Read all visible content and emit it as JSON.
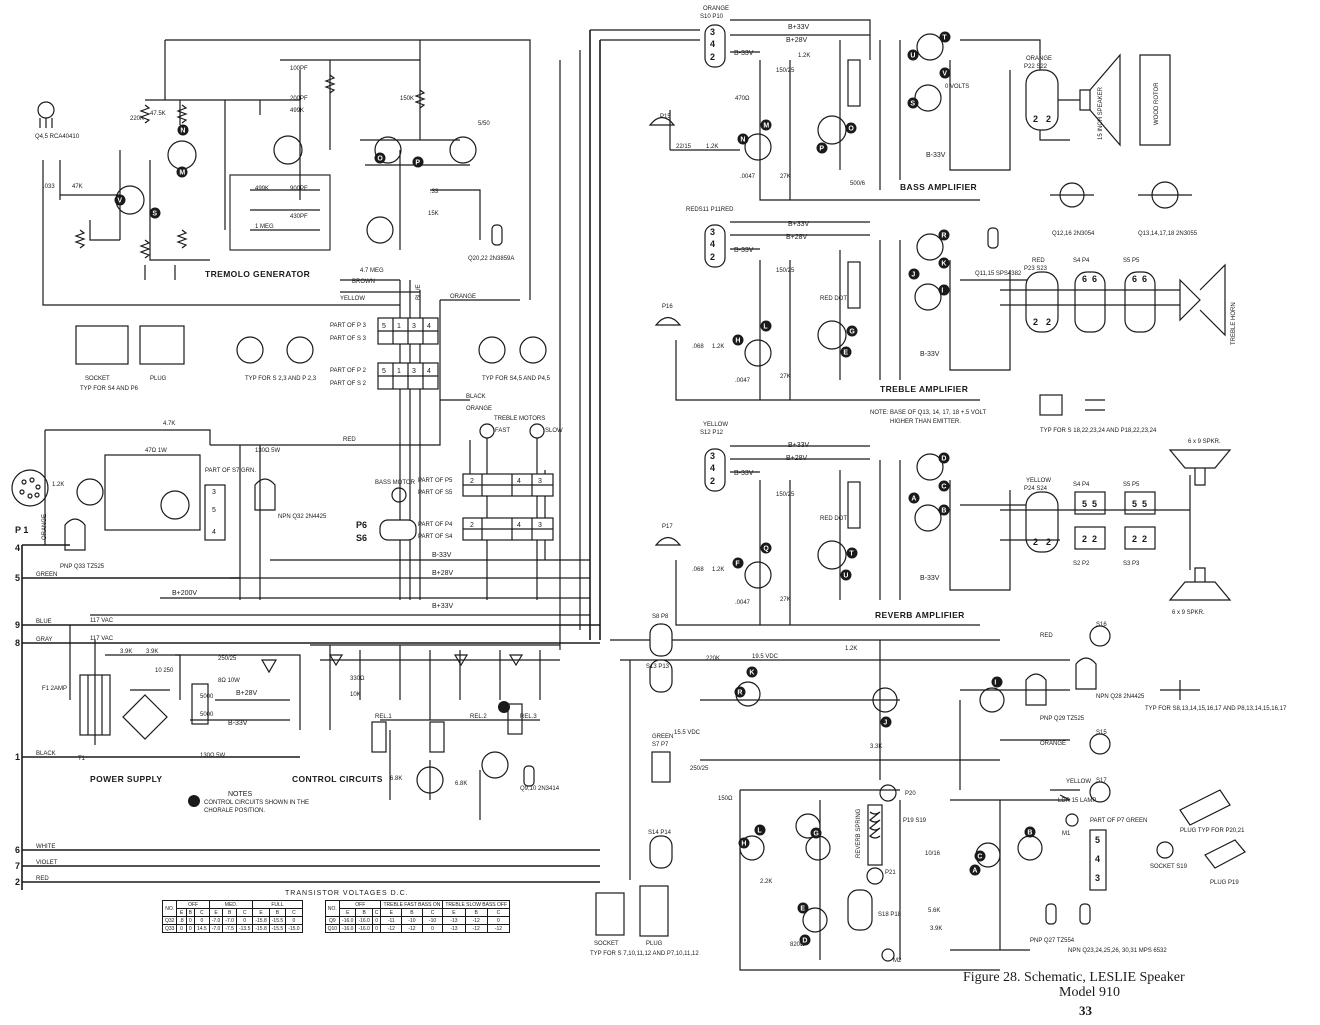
{
  "figure": {
    "caption_line1": "Figure 28.  Schematic, LESLIE Speaker",
    "caption_line2": "Model 910",
    "page_number": "33"
  },
  "sections": {
    "tremolo": "TREMOLO GENERATOR",
    "bass_amp": "BASS AMPLIFIER",
    "treble_amp": "TREBLE AMPLIFIER",
    "reverb_amp": "REVERB AMPLIFIER",
    "power": "POWER SUPPLY",
    "control": "CONTROL CIRCUITS"
  },
  "notes": {
    "title": "NOTES",
    "text1": "CONTROL CIRCUITS SHOWN IN THE",
    "text2": "CHORALE POSITION.",
    "amp_note1": "NOTE: BASE OF Q13, 14, 17, 18 +.5 VOLT",
    "amp_note2": "HIGHER THAN EMITTER."
  },
  "supply_rails": {
    "b33p": "B+33V",
    "b28p": "B+28V",
    "b33n": "B-33V",
    "b200": "B+200V",
    "ac117a": "117 VAC",
    "ac117b": "117 VAC"
  },
  "wires": {
    "brown": "BROWN",
    "yellow": "YELLOW",
    "blue": "BLUE",
    "orange": "ORANGE",
    "black": "BLACK",
    "red": "RED",
    "green": "GREEN",
    "gray": "GRAY",
    "white": "WHITE",
    "violet": "VIOLET"
  },
  "connectors": {
    "s10p10": "S10 P10",
    "s11p11": "REDS11 P11RED",
    "s12p12": "S12 P12",
    "p22s22": "P22 S22",
    "p23s23": "P23 S23",
    "p24s24": "P24 S24",
    "s4p4": "S4 P4",
    "s5p5": "S5 P5",
    "s2p2": "S2 P2",
    "s3p3": "S3 P3",
    "s8p8": "S8 P8",
    "s13p13": "S13 P13",
    "s7p7": "S7 P7",
    "s14p14": "S14 P14",
    "s16": "S16",
    "s15": "S15",
    "s17": "S17",
    "p20": "P20",
    "p21": "P21",
    "p19s19": "P19 S19",
    "s18p18": "S18 P18",
    "p15": "P15",
    "p16": "P16",
    "p17": "P17",
    "p1": "P 1",
    "part_p3": "PART OF P 3",
    "part_s3": "PART OF S 3",
    "part_p2": "PART OF P 2",
    "part_s2": "PART OF S 2",
    "part_p5": "PART OF P5",
    "part_s5": "PART OF S5",
    "part_p4": "PART OF P4",
    "part_s4": "PART OF S4",
    "p6": "P6",
    "s6": "S6",
    "part_s7": "PART OF S7 GRN.",
    "part_p7": "PART OF P7 GREEN",
    "orange_lbl": "ORANGE",
    "yellow_lbl": "YELLOW",
    "red_lbl": "RED",
    "green_lbl": "GREEN"
  },
  "speakers": {
    "bass": "15 INCH SPEAKER",
    "rotor": "WOOD ROTOR",
    "horn": "TREBLE HORN",
    "spk1": "6 x 9  SPKR.",
    "spk2": "6 x 9  SPKR."
  },
  "motors": {
    "treble": "TREBLE MOTORS",
    "fast": "FAST",
    "slow": "SLOW",
    "bass": "BASS MOTOR"
  },
  "transistor_legends": {
    "q4_5": "Q4,5 RCA40410",
    "q20_22": "Q20,22 2N3859A",
    "q12_16": "Q12,16 2N3054",
    "q13": "Q13,14,17,18 2N3055",
    "q11_15": "Q11,15 SPS4382",
    "q32": "NPN Q32 2N4425",
    "q33": "PNP Q33 TZ525",
    "q9_10": "Q9,10 2N3414",
    "q28": "NPN Q28 2N4425",
    "q29": "PNP Q29 TZ525",
    "q27": "PNP Q27 TZ554",
    "npn_q23": "NPN Q23,24,25,26, 30,31 MPS 6532",
    "socket_s4": "SOCKET",
    "plug_p6": "PLUG",
    "typ_s4_p6": "TYP FOR S4 AND P6",
    "typ_s23": "TYP FOR S 2,3 AND P 2,3",
    "typ_s45": "TYP FOR S4,5 AND P4,5",
    "typ_s18": "TYP FOR S 18,22,23,24 AND P18,22,23,24",
    "typ_s8": "TYP FOR S8,13,14,15,16,17 AND P8,13,14,15,16,17",
    "typ_s7": "TYP FOR S 7,10,11,12 AND P7,10,11,12",
    "plug_p20": "PLUG TYP FOR P20,21",
    "socket_s19": "SOCKET S19",
    "plug_p19": "PLUG P19"
  },
  "volt_table": {
    "title": "TRANSISTOR VOLTAGES  D.C.",
    "head": [
      "NO.",
      "E",
      "B",
      "C",
      "E",
      "B",
      "C",
      "E",
      "B",
      "C"
    ],
    "modes": [
      "OFF",
      "MED.",
      "FULL"
    ],
    "rows": [
      [
        "Q32",
        ".8",
        "0",
        "0",
        "-7.0",
        "-7.0",
        "0",
        "-15.8",
        "-15.5",
        "0"
      ],
      [
        "Q33",
        "0",
        "0",
        "14.5",
        "-7.0",
        "-7.5",
        "-13.5",
        "-15.8",
        "-15.5",
        "-15.0"
      ]
    ],
    "head2": [
      "NO.",
      "E",
      "B",
      "C",
      "E",
      "B",
      "C",
      "E",
      "B",
      "C"
    ],
    "modes2": [
      "OFF",
      "TREBLE FAST BASS ON",
      "TREBLE SLOW BASS OFF"
    ],
    "rows2": [
      [
        "Q9",
        "-16.0",
        "-16.0",
        "0",
        "-11",
        "-10",
        "-10",
        "-13",
        "-12",
        "0"
      ],
      [
        "Q10",
        "-16.0",
        "-16.0",
        "0",
        "-12",
        "-12",
        "0",
        "-13",
        "-12",
        "-12"
      ]
    ]
  },
  "components": {
    "r100pf": "100PF",
    "r1meg": "1 MEG",
    "r200pf": "200PF",
    "r499k": "499K",
    "r47k": "47.5K",
    "r220k": "220K",
    "r033": ".033",
    "r47kb": "47K",
    "r900pf": "900PF",
    "r430pf": "430PF",
    "r47meg": "4.7 MEG",
    "r150k": "150K",
    "r5_50": "5/50",
    "r15k": "15K",
    "r33": ".33",
    "r22_15": "22/15",
    "r1_2k": "1.2K",
    "r27k": "27K",
    "r0047": ".0047",
    "r470": "470Ω",
    "r150_25": "150/25",
    "r500_6": "500/6",
    "r068": ".068",
    "r4_7k": "4.7K",
    "r47_1w": "47Ω 1W",
    "r130_5w": "130Ω 5W",
    "r3_9k": "3.9K",
    "r10_250": "10 250",
    "r5000": "5000",
    "r8_10w": "8Ω 10W",
    "r250_25": "250/25",
    "r130_5w_b": "130Ω 5W",
    "r6_8k": "6.8K",
    "r330": "330Ω",
    "r10k": "10K",
    "r18v": "19.5 VDC",
    "r15_5vdc": "15.5 VDC",
    "r2_2k": "2.2K",
    "r820": "820Ω",
    "r150": "150Ω",
    "r10_16": "10/16",
    "r5_6k": "5.6K",
    "r3_3k": "3.3K",
    "r20v": "0 VOLTS",
    "f1": "F1 2AMP",
    "t1": "T1",
    "rel1": "REL.1",
    "rel2": "REL.2",
    "rel3": "REL.3",
    "ldr": "LDR 15 LAMP",
    "m1": "M1",
    "m2": "M2",
    "reverb": "REVERB SPRING",
    "red_dot": "RED DOT",
    "q11_lbl": "Q11",
    "q12_lbl": "Q12"
  },
  "badges": [
    "T",
    "U",
    "V",
    "S",
    "N",
    "M",
    "O",
    "P",
    "R",
    "K",
    "J",
    "I",
    "H",
    "L",
    "G",
    "E",
    "D",
    "C",
    "A",
    "B",
    "F",
    "Q"
  ]
}
